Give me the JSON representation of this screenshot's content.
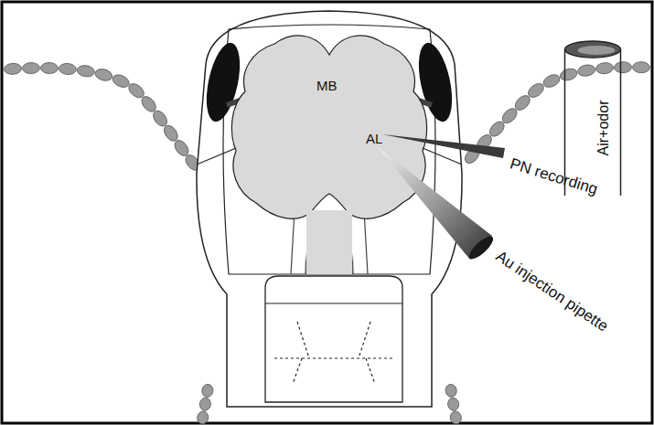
{
  "diagram": {
    "nodes": [
      {
        "text": [
          "Air+odor"
        ]
      }
    ],
    "labels": [
      "MB",
      "AL",
      "PN recording",
      "Au injection pipette"
    ]
  }
}
